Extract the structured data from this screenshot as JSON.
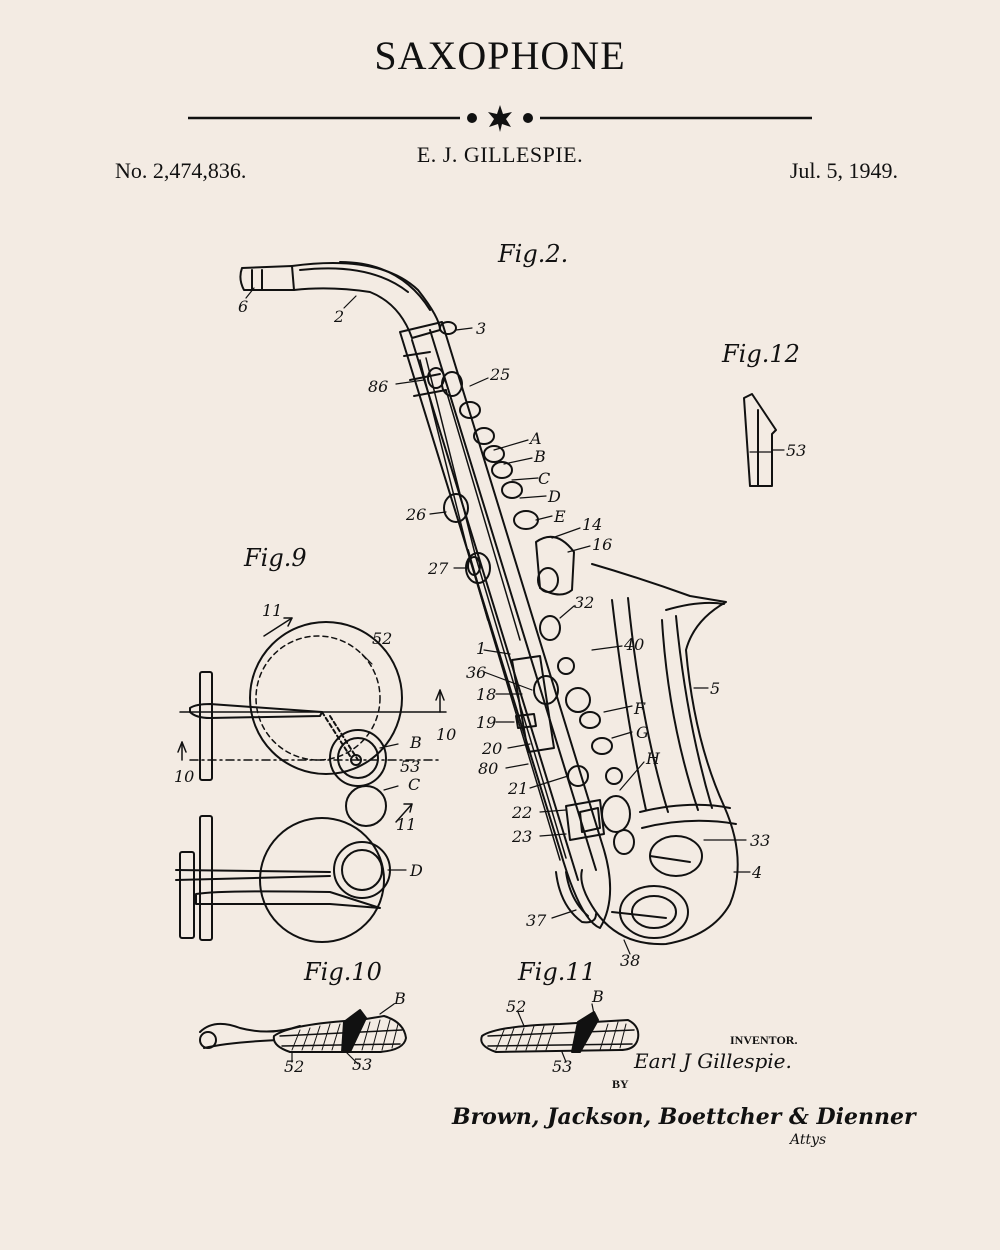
{
  "header": {
    "title": "SAXOPHONE",
    "inventor": "E. J. GILLESPIE.",
    "patent_number": "No. 2,474,836.",
    "date": "Jul. 5, 1949."
  },
  "figures": {
    "fig2": "Fig.2.",
    "fig9": "Fig.9",
    "fig10": "Fig.10",
    "fig11": "Fig.11",
    "fig12": "Fig.12"
  },
  "labels": {
    "l6": "6",
    "l2": "2",
    "l3": "3",
    "l86": "86",
    "l25": "25",
    "lA": "A",
    "lB": "B",
    "lC": "C",
    "lD": "D",
    "lE": "E",
    "l26": "26",
    "l14": "14",
    "l16": "16",
    "l27": "27",
    "l32": "32",
    "l1": "1",
    "l40": "40",
    "l36": "36",
    "l18": "18",
    "l5": "5",
    "lF": "F",
    "l19": "19",
    "lG": "G",
    "l20": "20",
    "l80": "80",
    "lH": "H",
    "l21": "21",
    "l22": "22",
    "l23": "23",
    "l33": "33",
    "l4": "4",
    "l37": "37",
    "l38": "38",
    "l53a": "53",
    "f9_11a": "11",
    "f9_52": "52",
    "f9_10a": "10",
    "f9_10b": "10",
    "f9_B": "B",
    "f9_53": "53",
    "f9_C": "C",
    "f9_11b": "11",
    "f9_D": "D",
    "f10_B": "B",
    "f10_52": "52",
    "f10_53": "53",
    "f11_52": "52",
    "f11_B": "B",
    "f11_53": "53"
  },
  "signature": {
    "inventor_heading": "INVENTOR.",
    "inventor_signature": "Earl J Gillespie.",
    "by": "BY",
    "attorneys": "Brown, Jackson, Boettcher & Dienner",
    "initials": "Attys"
  }
}
